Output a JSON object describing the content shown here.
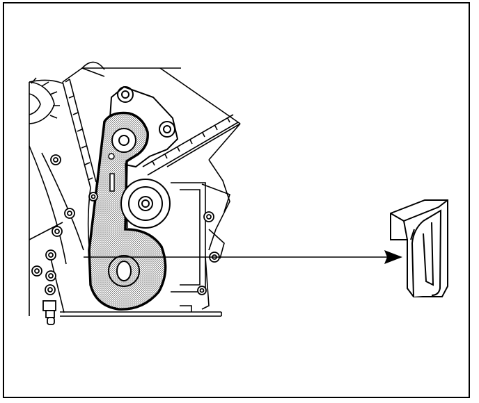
{
  "figure": {
    "frame_color": "#000000",
    "background": "#ffffff",
    "highlight_fill": "#bdbdbd",
    "parts": [
      "engine-block-outline",
      "timing-belt",
      "tensioner-arm",
      "idler-pulley",
      "mounting-bolts",
      "pointer-arrow",
      "tensioner-lock-tool"
    ]
  }
}
